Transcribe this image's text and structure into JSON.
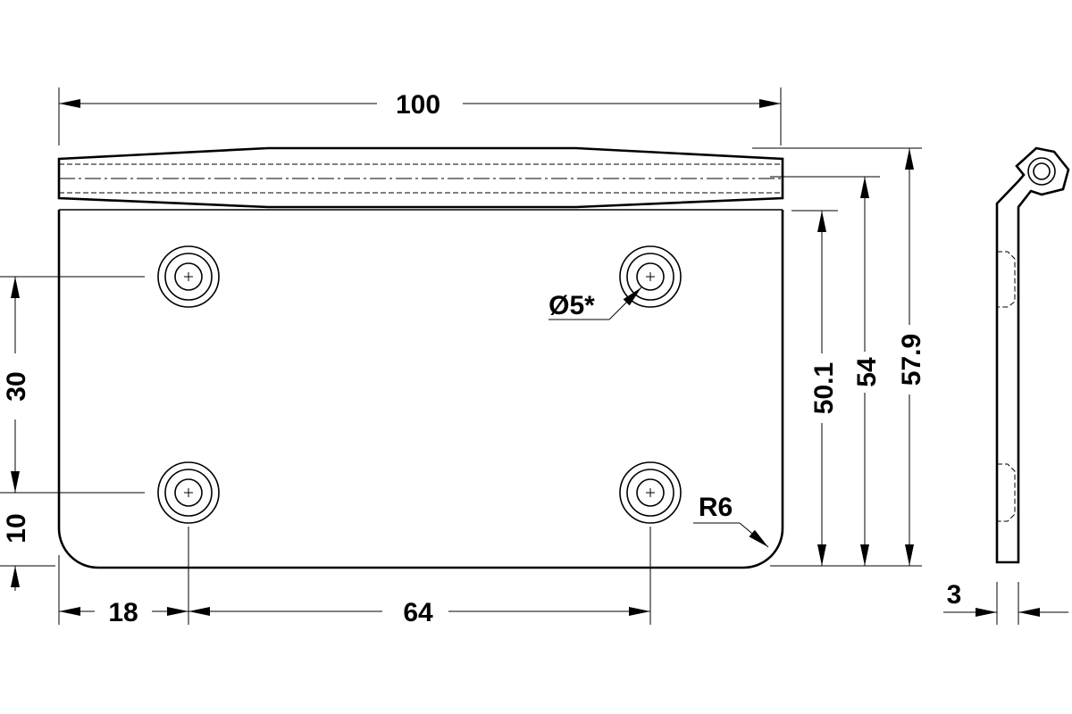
{
  "dimensions": {
    "width_overall": "100",
    "edge_to_hole": "18",
    "hole_spacing_x": "64",
    "hole_spacing_y": "30",
    "hole_to_bottom": "10",
    "height_50_1": "50.1",
    "height_54": "54",
    "height_57_9": "57.9",
    "thickness": "3",
    "hole_diameter": "Ø5*",
    "corner_radius": "R6"
  }
}
